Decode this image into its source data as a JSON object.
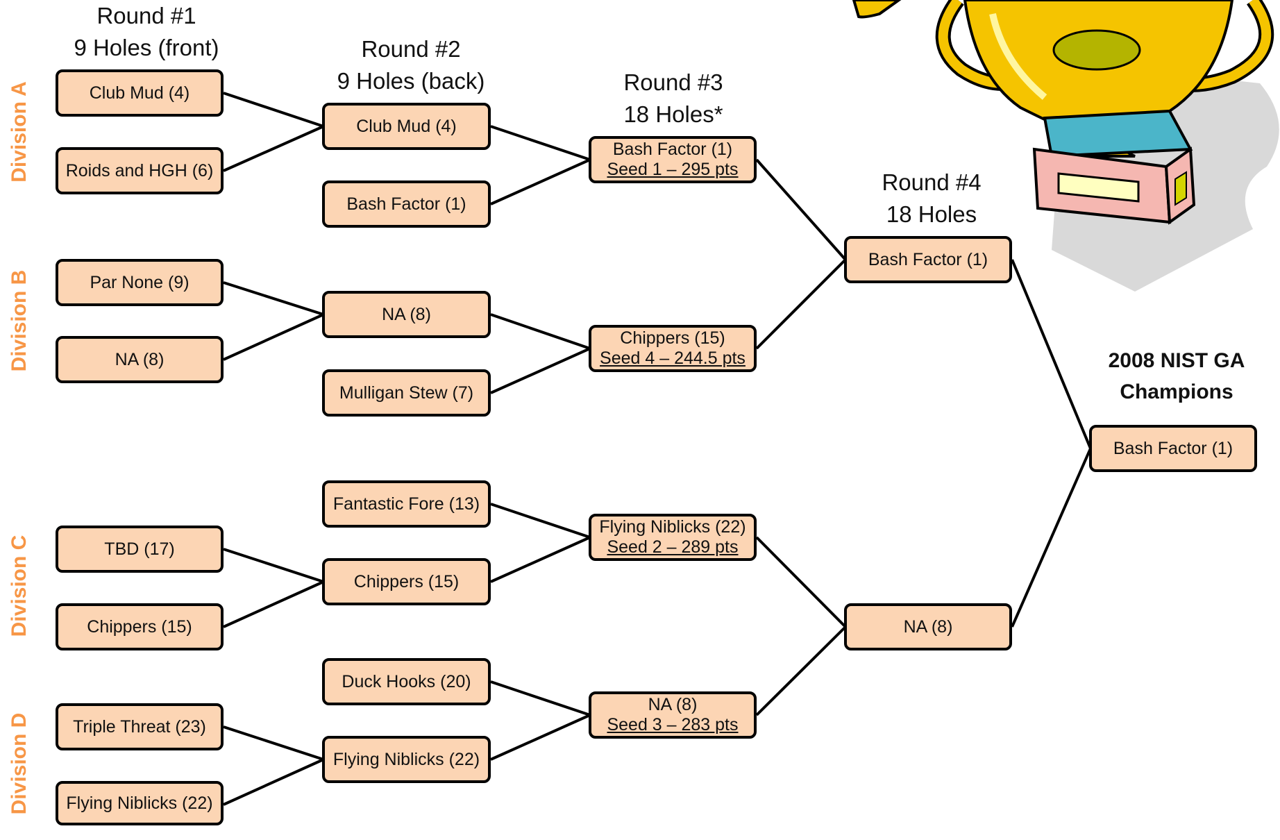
{
  "rounds": [
    {
      "line1": "Round #1",
      "line2": "9 Holes (front)"
    },
    {
      "line1": "Round #2",
      "line2": "9 Holes (back)"
    },
    {
      "line1": "Round #3",
      "line2": "18 Holes*"
    },
    {
      "line1": "Round #4",
      "line2": "18 Holes"
    }
  ],
  "divisions": [
    "Division A",
    "Division B",
    "Division C",
    "Division D"
  ],
  "champion_title": {
    "line1": "2008 NIST GA",
    "line2": "Champions"
  },
  "round1": [
    "Club Mud (4)",
    "Roids and HGH (6)",
    "Par None (9)",
    "NA (8)",
    "TBD (17)",
    "Chippers (15)",
    "Triple Threat (23)",
    "Flying Niblicks (22)"
  ],
  "round2": [
    "Club Mud (4)",
    "Bash Factor (1)",
    "NA (8)",
    "Mulligan Stew (7)",
    "Fantastic Fore (13)",
    "Chippers (15)",
    "Duck Hooks (20)",
    "Flying Niblicks (22)"
  ],
  "round3": [
    {
      "team": "Bash Factor (1)",
      "seed": "Seed 1 – 295 pts"
    },
    {
      "team": "Chippers (15)",
      "seed": "Seed 4 – 244.5 pts"
    },
    {
      "team": "Flying Niblicks (22)",
      "seed": "Seed 2 – 289 pts"
    },
    {
      "team": "NA (8)",
      "seed": "Seed 3 – 283 pts"
    }
  ],
  "round4": [
    "Bash Factor (1)",
    "NA (8)"
  ],
  "champion": "Bash Factor (1)",
  "colors": {
    "box_fill": "#fcd5b4",
    "division_label": "#f79646",
    "trophy_gold": "#f5c400"
  }
}
